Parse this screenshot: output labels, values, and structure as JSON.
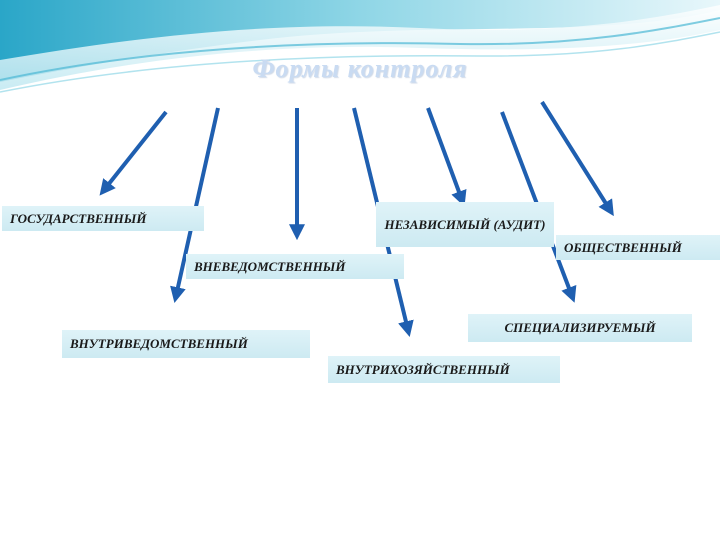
{
  "title": "Формы контроля",
  "nodes": [
    {
      "id": "gos",
      "label": "ГОСУДАРСТВЕННЫЙ"
    },
    {
      "id": "vneved",
      "label": "ВНЕВЕДОМСТВЕННЫЙ"
    },
    {
      "id": "nezav",
      "label": "НЕЗАВИСИМЫЙ (АУДИТ)"
    },
    {
      "id": "obsch",
      "label": "ОБЩЕСТВЕННЫЙ"
    },
    {
      "id": "vnutrived",
      "label": "ВНУТРИВЕДОМСТВЕННЫЙ"
    },
    {
      "id": "vnutrihoz",
      "label": "ВНУТРИХОЗЯЙСТВЕННЫЙ"
    },
    {
      "id": "spec",
      "label": "СПЕЦИАЛИЗИРУЕМЫЙ"
    }
  ],
  "colors": {
    "arrow": "#1f5fb0",
    "box": "#d8eff6",
    "title": "#c9dbf2"
  }
}
